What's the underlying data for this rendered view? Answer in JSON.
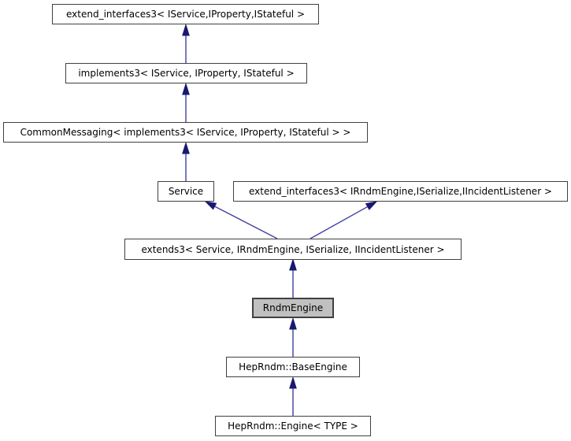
{
  "diagram": {
    "title": "RndmEngine inheritance diagram",
    "type": "class-inheritance-graph",
    "nodes": [
      {
        "id": "extend_interfaces3_iservice",
        "label": "extend_interfaces3< IService,IProperty,IStateful >",
        "selected": false
      },
      {
        "id": "implements3",
        "label": "implements3< IService, IProperty, IStateful >",
        "selected": false
      },
      {
        "id": "common_messaging",
        "label": "CommonMessaging< implements3< IService, IProperty, IStateful > >",
        "selected": false
      },
      {
        "id": "service",
        "label": "Service",
        "selected": false
      },
      {
        "id": "extend_interfaces3_irndmengine",
        "label": "extend_interfaces3< IRndmEngine,ISerialize,IIncidentListener >",
        "selected": false
      },
      {
        "id": "extends3",
        "label": "extends3< Service, IRndmEngine, ISerialize, IIncidentListener >",
        "selected": false
      },
      {
        "id": "rndm_engine",
        "label": "RndmEngine",
        "selected": true
      },
      {
        "id": "heprndm_base_engine",
        "label": "HepRndm::BaseEngine",
        "selected": false
      },
      {
        "id": "heprndm_engine_type",
        "label": "HepRndm::Engine< TYPE >",
        "selected": false
      }
    ],
    "edges": [
      {
        "from": "implements3",
        "to": "extend_interfaces3_iservice"
      },
      {
        "from": "common_messaging",
        "to": "implements3"
      },
      {
        "from": "service",
        "to": "common_messaging"
      },
      {
        "from": "extends3",
        "to": "service"
      },
      {
        "from": "extends3",
        "to": "extend_interfaces3_irndmengine"
      },
      {
        "from": "rndm_engine",
        "to": "extends3"
      },
      {
        "from": "heprndm_base_engine",
        "to": "rndm_engine"
      },
      {
        "from": "heprndm_engine_type",
        "to": "heprndm_base_engine"
      }
    ]
  },
  "colors": {
    "background": "#ffffff",
    "node_bg": "#ffffff",
    "node_border": "#404040",
    "selected_node_bg": "#c0c0c0",
    "text": "#000000",
    "arrow_shaft": "#4040a0",
    "arrow_head": "#191970"
  }
}
